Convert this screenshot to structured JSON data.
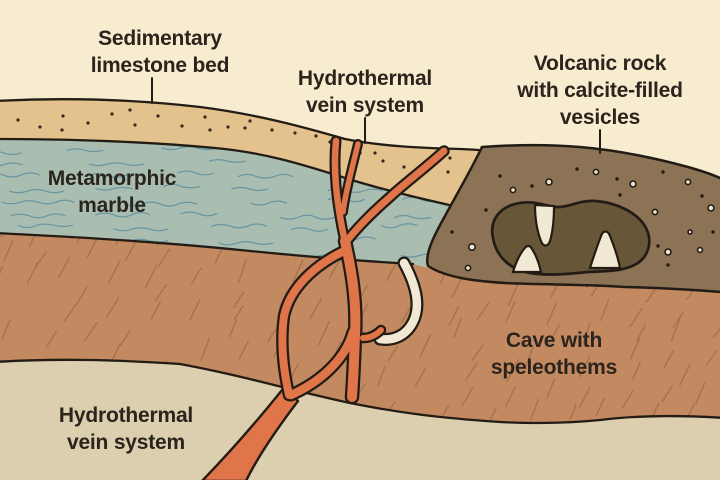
{
  "labels": {
    "limestone": {
      "lines": [
        "Sedimentary",
        "limestone bed"
      ]
    },
    "vein_top": {
      "lines": [
        "Hydrothermal",
        "vein system"
      ]
    },
    "volcanic": {
      "lines": [
        "Volcanic rock",
        "with calcite-filled",
        "vesicles"
      ]
    },
    "marble": {
      "lines": [
        "Metamorphic",
        "marble"
      ]
    },
    "cave": {
      "lines": [
        "Cave with",
        "speleothems"
      ]
    },
    "vein_bottom": {
      "lines": [
        "Hydrothermal",
        "vein system"
      ]
    }
  },
  "colors": {
    "sky": "#f7ebd0",
    "limestone": "#e4c28d",
    "limestone_dot": "#33281b",
    "marble": "#a9beb1",
    "marble_wave": "#5f8fa0",
    "deep_rock": "#c38a62",
    "deep_rock_hatch": "#9c6a44",
    "basement": "#dbcfaf",
    "volcanic": "#8c7355",
    "cave_interior": "#685638",
    "calcite": "#f2e9d4",
    "vein": "#df7549",
    "outline": "#221c15",
    "text": "#2b241c"
  }
}
